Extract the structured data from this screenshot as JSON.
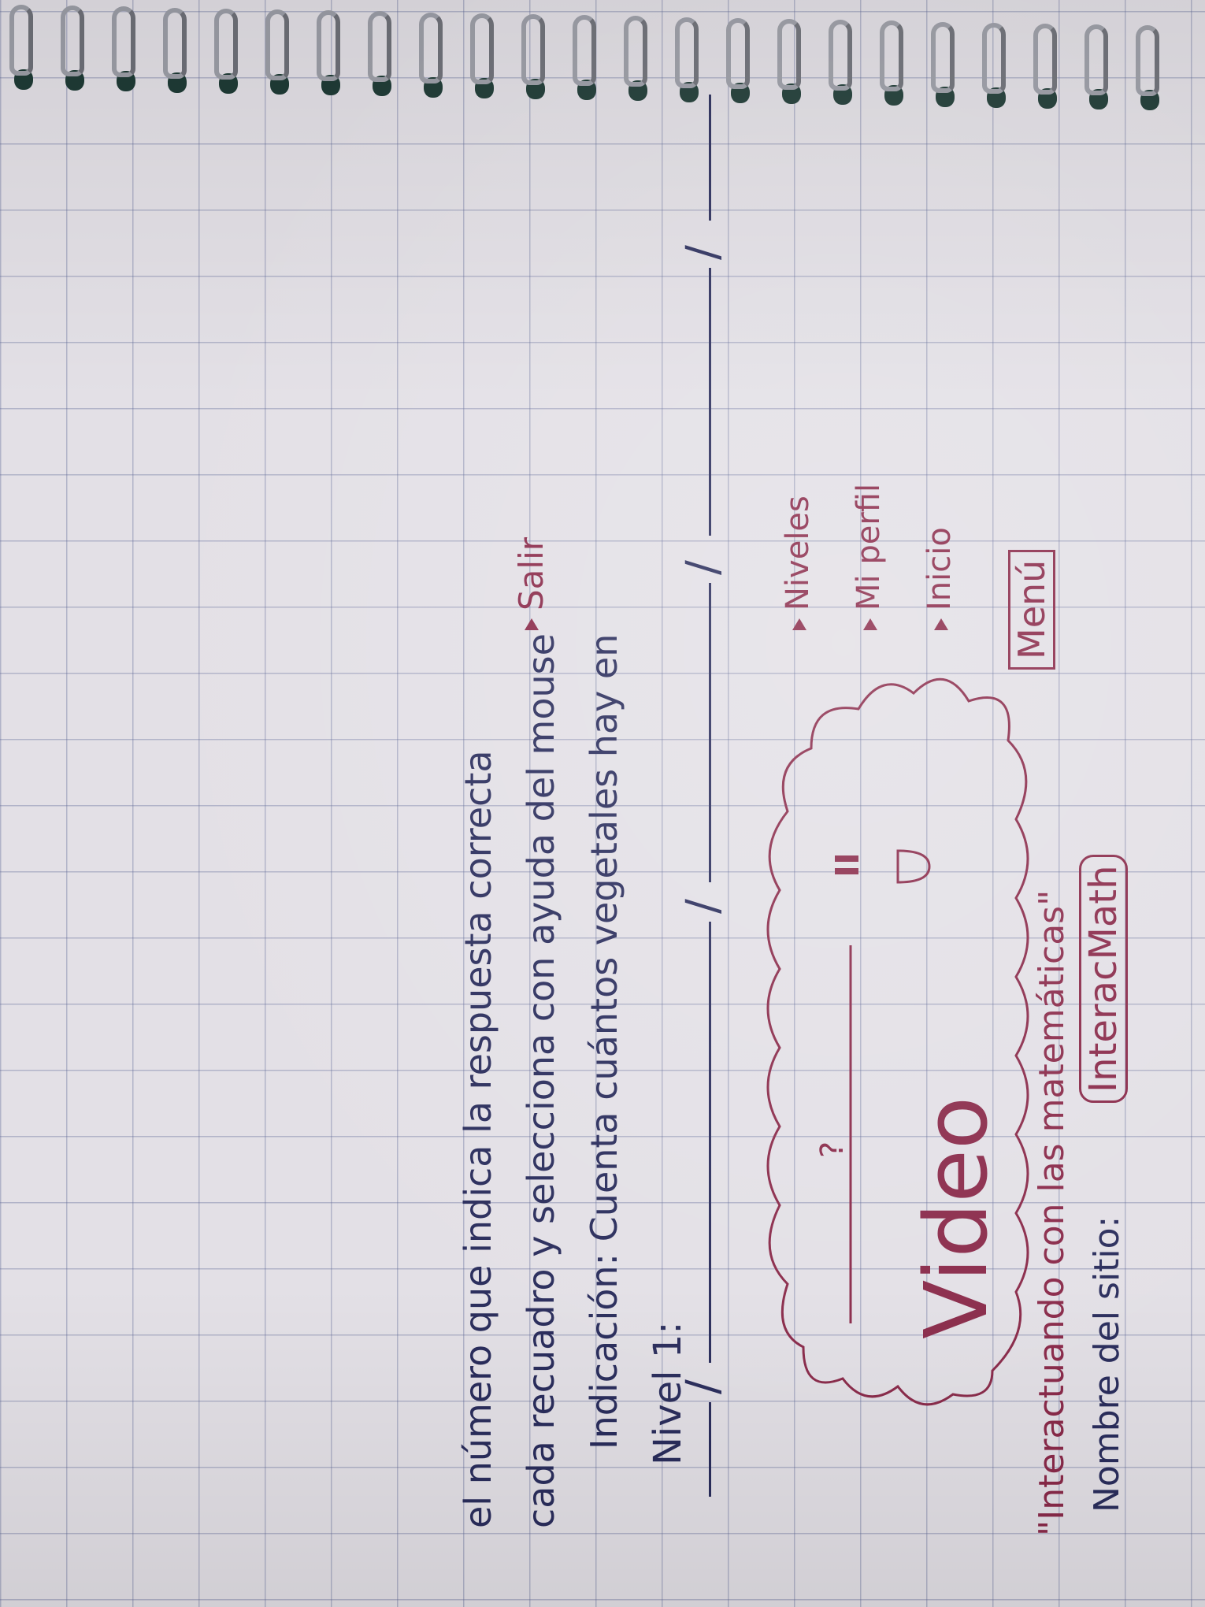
{
  "header": {
    "site_label": "Nombre del sitio:",
    "site_name": "InteracMath",
    "tagline": "\"Interactuando con las matemáticas\""
  },
  "video": {
    "label": "Video"
  },
  "menu": {
    "title": "Menú",
    "items": [
      {
        "label": "Inicio"
      },
      {
        "label": "Mi perfil"
      },
      {
        "label": "Niveles"
      },
      {
        "label": "Salir"
      }
    ]
  },
  "level": {
    "title": "Nivel 1:",
    "instructions": [
      "Indicación: Cuenta cuántos vegetales hay en",
      "cada recuadro y selecciona con ayuda del mouse",
      "el número que indica la respuesta correcta"
    ]
  },
  "colors": {
    "ink_red": "#8a2a4a",
    "ink_blue": "#2a2d5c",
    "paper": "#e3e0e6"
  }
}
